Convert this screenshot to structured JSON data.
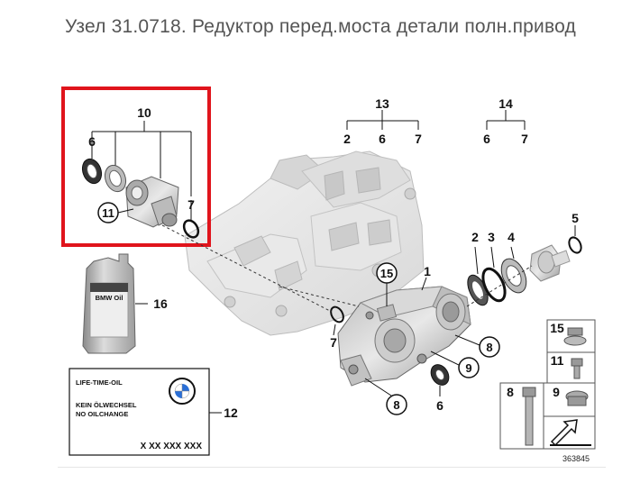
{
  "title": "Узел 31.0718. Редуктор перед.моста детали полн.привод",
  "labels": {
    "l10": "10",
    "l6a": "6",
    "l7a": "7",
    "l11a": "11",
    "l13": "13",
    "l13_2": "2",
    "l13_6": "6",
    "l13_7": "7",
    "l14": "14",
    "l14_6": "6",
    "l14_7": "7",
    "l5": "5",
    "l2": "2",
    "l3": "3",
    "l4": "4",
    "l1": "1",
    "l15": "15",
    "l8a": "8",
    "l9": "9",
    "l8b": "8",
    "l6b": "6",
    "l7b": "7",
    "l16": "16",
    "l12": "12",
    "k15": "15",
    "k11": "11",
    "k8": "8",
    "k9": "9"
  },
  "label_card": {
    "line1": "LIFE-TIME-OIL",
    "line2": "KEIN ÖLWECHSEL",
    "line3": "NO OILCHANGE",
    "code": "X XX XXX XXX",
    "logo_text": "BMW"
  },
  "bottle_text": "BMW Oil",
  "diagram_number": "363845",
  "colors": {
    "highlight": "#e0141c",
    "housing_fill": "#e4e4e4",
    "part_fill": "#cfcfcf",
    "line": "#111111"
  },
  "icons": [
    "bmw-logo-icon",
    "oil-bottle-icon",
    "arrow-icon"
  ]
}
